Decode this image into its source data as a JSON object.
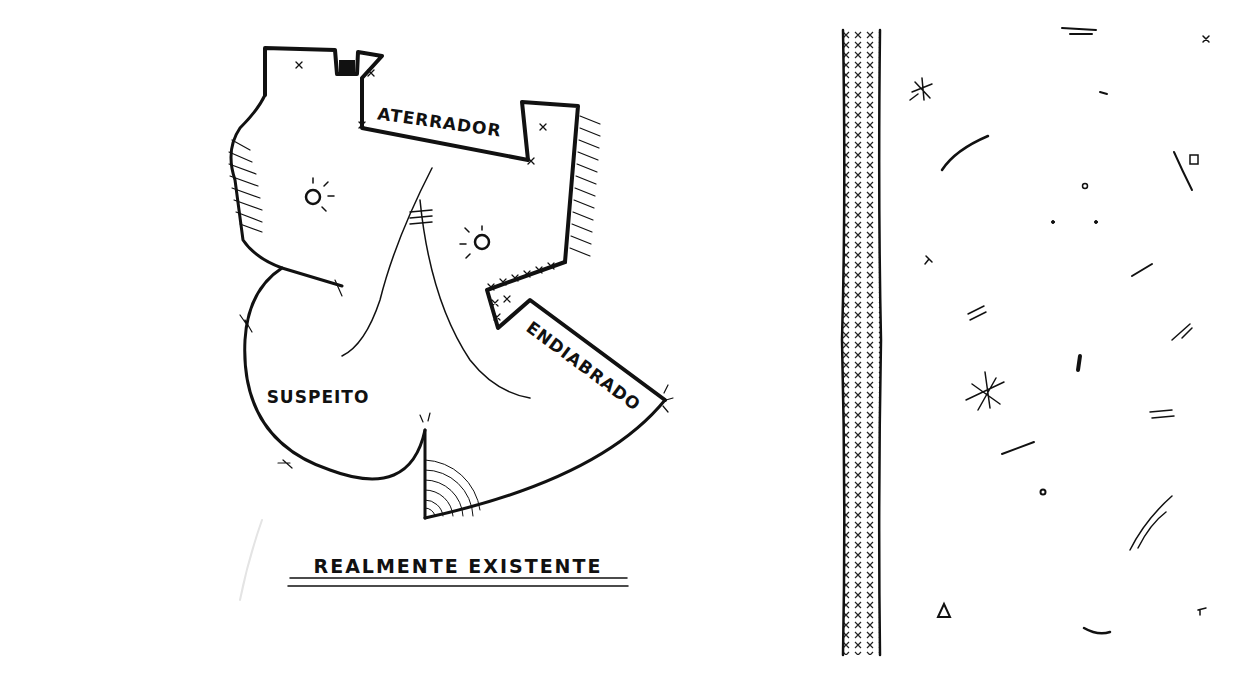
{
  "diagram": {
    "caption": "REALMENTE EXISTENTE",
    "labels": [
      "ATERRADOR",
      "ENDIABRADO",
      "SUSPEITO"
    ]
  }
}
